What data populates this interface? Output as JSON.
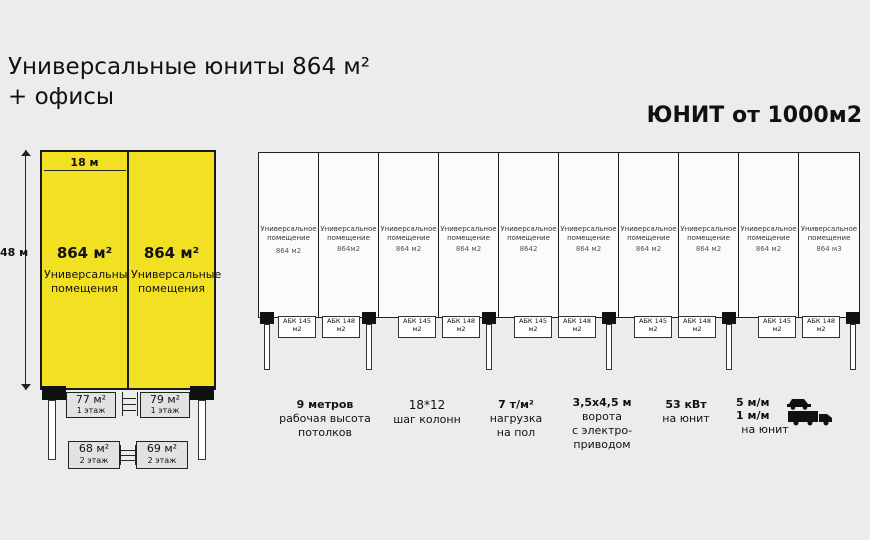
{
  "title_line1": "Универсальные юниты 864 м²",
  "title_line2": "+ офисы",
  "headline": "ЮНИТ от 1000м2",
  "plan": {
    "width_label": "18 м",
    "height_label": "48 м",
    "bays": [
      {
        "area": "864 м²",
        "label": "Универсальные помещения"
      },
      {
        "area": "864 м²",
        "label": "Универсальные помещения"
      }
    ],
    "offices_floor1": [
      {
        "area": "77 м²",
        "floor": "1 этаж"
      },
      {
        "area": "79 м²",
        "floor": "1 этаж"
      }
    ],
    "offices_floor2": [
      {
        "area": "68 м²",
        "floor": "2 этаж"
      },
      {
        "area": "69 м²",
        "floor": "2 этаж"
      }
    ]
  },
  "units": [
    {
      "label": "Универсальное помещение",
      "area": "864 м2"
    },
    {
      "label": "Универсальное помещение",
      "area": "864м2"
    },
    {
      "label": "Универсальное помещение",
      "area": "864 м2"
    },
    {
      "label": "Универсальное помещение",
      "area": "864 м2"
    },
    {
      "label": "Универсальное помещение",
      "area": "8642"
    },
    {
      "label": "Универсальное помещение",
      "area": "864 м2"
    },
    {
      "label": "Универсальное помещение",
      "area": "864 м2"
    },
    {
      "label": "Универсальное помещение",
      "area": "864 м2"
    },
    {
      "label": "Универсальное помещение",
      "area": "864 м2"
    },
    {
      "label": "Универсальное помещение",
      "area": "864 м3"
    }
  ],
  "abk_pairs": [
    {
      "a": "АБК 145 м2",
      "b": "АБК 148 м2"
    },
    {
      "a": "АБК 145 м2",
      "b": "АБК 148 м2"
    },
    {
      "a": "АБК 145 м2",
      "b": "АБК 148 м2"
    },
    {
      "a": "АБК 145 м2",
      "b": "АБК 148 м2"
    },
    {
      "a": "АБК 145 м2",
      "b": "АБК 148 м2"
    }
  ],
  "specs": [
    {
      "line1": "9 метров",
      "line2": "рабочая высота",
      "line3": "потолков"
    },
    {
      "line1": "18*12",
      "line2": "шаг колонн",
      "line3": ""
    },
    {
      "line1": "7 т/м²",
      "line2": "нагрузка",
      "line3": "на пол"
    },
    {
      "line1": "3,5х4,5 м",
      "line2": "ворота",
      "line3": "с электро-",
      "line4": "приводом"
    },
    {
      "line1": "53 кВт",
      "line2": "на юнит",
      "line3": ""
    },
    {
      "line1": "5 м/м",
      "line2": "1 м/м",
      "line3": "на юнит"
    }
  ],
  "colors": {
    "yellow": "#f2e022",
    "black": "#111111",
    "background": "#ececec"
  }
}
